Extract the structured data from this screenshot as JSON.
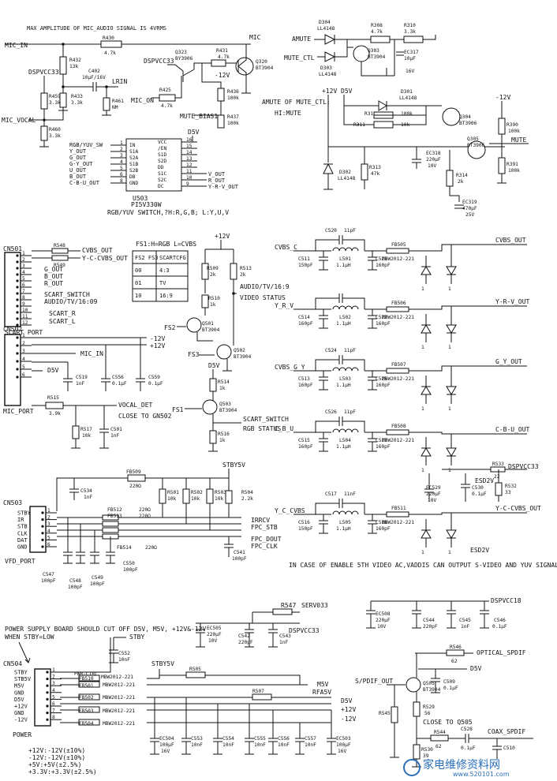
{
  "notes": {
    "mic_max": "MAX AMPLITUDE OF MIC_AUDIO SIGNAL IS 4VRMS",
    "scart_map": "RGB/YUV SWITCH,?H:R,G,B; L:Y,U,V",
    "amute_logic1": "AMUTE OF MUTE_CTL:",
    "amute_logic2": "HI:MUTE",
    "video_note": "IN CASE OF ENABLE 5TH VIDEO AC,VADDIS CAN OUTPUT S-VIDEO AND YUV SIGNALS",
    "power_note1": "POWER SUPPLY BOARD SHOULD CUT OFF D5V, M5V, +12V&-12V",
    "power_note2": "WHEN STBY=LOW",
    "close_gn502": "CLOSE TO GN502",
    "close_q505": "CLOSE TO Q505",
    "fs_title": "FS1:H=RGB   L=CVBS",
    "tol1": "+12V:-12V(±10%)",
    "tol2": "-12V:-12V(±10%)",
    "tol3": "+5V:+5V(±2.5%)",
    "tol4": "+3.3V:+3.3V(±2.5%)"
  },
  "fs_table": {
    "headers": [
      "FS2 FS3",
      "SCARTCFG"
    ],
    "rows": [
      [
        "00",
        "4:3"
      ],
      [
        "01",
        "TV"
      ],
      [
        "10",
        "16:9"
      ]
    ]
  },
  "connectors": {
    "cn501": {
      "ref": "CN501",
      "name": "SCART PORT",
      "pins": [
        "1",
        "2",
        "3",
        "4",
        "5",
        "6",
        "7",
        "8",
        "9",
        "10",
        "11",
        "12"
      ]
    },
    "cn502": {
      "ref": "CN502",
      "name": "MIC_PORT",
      "pins": [
        "1",
        "2",
        "3",
        "4",
        "5",
        "6"
      ]
    },
    "cn503": {
      "ref": "CN503",
      "name": "VFD_PORT",
      "pins": [
        "STBY",
        "IR",
        "STB",
        "CLK",
        "DAT",
        "GND"
      ],
      "nums": [
        "1",
        "2",
        "3",
        "4",
        "5",
        "6"
      ]
    },
    "cn504": {
      "ref": "CN504",
      "name": "POWER",
      "pins": [
        "STBY",
        "STB5V",
        "M5V",
        "GND",
        "D5V",
        "+12V",
        "GND",
        "-12V"
      ],
      "nums": [
        "1",
        "2",
        "3",
        "4",
        "5",
        "6",
        "7",
        "8"
      ]
    }
  },
  "u503": {
    "ref": "U503",
    "part": "PI5V330W",
    "left_pins": [
      "IN",
      "S1A",
      "S2A",
      "S1B",
      "S2B",
      "DB",
      "GND"
    ],
    "left_nums": [
      "1",
      "2",
      "3",
      "4",
      "5",
      "6",
      "8"
    ],
    "right_pins": [
      "VCC",
      "/EN",
      "S1D",
      "S2D",
      "DD",
      "S1C",
      "S2C",
      "DC"
    ],
    "right_nums": [
      "16",
      "15",
      "14",
      "13",
      "12",
      "11",
      "10",
      "9"
    ],
    "in_signals": [
      "RGB/YUV_SW",
      "Y_OUT",
      "G_OUT",
      "G-Y_OUT",
      "U_OUT",
      "B_OUT",
      "C-B-U_OUT"
    ],
    "out_signals": [
      "V_OUT",
      "R_OUT",
      "Y-R-V_OUT"
    ],
    "supply": "D5V"
  },
  "nets": {
    "mic_in": "MIC_IN",
    "mic": "MIC",
    "dspvcc33": "DSPVCC33",
    "lrin": "LRIN",
    "mic_on": "MIC_ON",
    "mute_bias1": "MUTE_BIAS1",
    "mic_vocal": "MIC_VOCAL",
    "amute": "AMUTE",
    "mute_ctl": "MUTE_CTL",
    "mute": "MUTE",
    "d5v": "D5V",
    "p12": "+12V",
    "m12": "-12V",
    "cvbs_out": "CVBS_OUT",
    "ycc_out": "Y-C-CVBS_OUT",
    "g_out": "G_OUT",
    "b_out": "B_OUT",
    "r_out": "R_OUT",
    "scart_switch": "SCART_SWITCH",
    "audio_169": "AUDIO/TV/16:09",
    "scart_r": "SCART_R",
    "scart_l": "SCART_L",
    "audio_tv": "AUDIO/TV/16:9",
    "video_status": "VIDEO STATUS",
    "rgb_status": "RGB STATUS",
    "fs1": "FS1",
    "fs2": "FS2",
    "fs3": "FS3",
    "cvbs_c": "CVBS_C",
    "y_r_v": "Y_R_V",
    "cvbs_g_y": "CVBS_G_Y",
    "c_b_u": "C_B_U",
    "y_c_cvbs": "Y_C_CVBS",
    "y_r_v_out": "Y-R-V_OUT",
    "g_y_out": "G_Y_OUT",
    "c_b_u_out": "C-B-U_OUT",
    "esd2v": "ESD2V",
    "vocal_det": "VOCAL_DET",
    "stby5v": "STBY5V",
    "irrcv": "IRRCV",
    "fpc_stb": "FPC_STB",
    "fpc_dout": "FPC_DOUT",
    "fpc_clk": "FPC_CLK",
    "serv033": "SERV033",
    "stby": "STBY",
    "pwr_ctrl": "PWR-CTRL",
    "m5v": "M5V",
    "rfa5v": "RFA5V",
    "dspvcc18": "DSPVCC18",
    "optical_spdif": "OPTICAL_SPDIF",
    "spdif_out": "S/PDIF_OUT",
    "coax_spdif": "COAX_SPDIF"
  },
  "components": {
    "R430": [
      "R430",
      "4.7k"
    ],
    "R432": [
      "R432",
      "13k"
    ],
    "C402": [
      "C402",
      "10μF/16V"
    ],
    "R459": [
      "R459",
      "3.3k"
    ],
    "R433": [
      "R433",
      "3.3k"
    ],
    "R461": [
      "R461",
      "NM"
    ],
    "R460": [
      "R460",
      "3.3k"
    ],
    "Q323": [
      "Q323",
      "BY3906"
    ],
    "R425": [
      "R425",
      "4.7k"
    ],
    "R431": [
      "R431",
      "4.7k"
    ],
    "Q320": [
      "Q320",
      "BT3904"
    ],
    "R436": [
      "R436",
      "100k"
    ],
    "R437": [
      "R437",
      "100k"
    ],
    "D304": [
      "D304",
      "LL4148"
    ],
    "D303": [
      "D303",
      "LL4148"
    ],
    "R308": [
      "R308",
      "4.7k"
    ],
    "R310": [
      "R310",
      "3.3k"
    ],
    "Q303": [
      "Q303",
      "BT3904"
    ],
    "EC317": [
      "EC317",
      "10μF",
      "16V"
    ],
    "D301": [
      "D301",
      "LL4148"
    ],
    "R312": [
      "R312",
      "100k"
    ],
    "R311": [
      "R311",
      "10k"
    ],
    "Q304": [
      "Q304",
      "BT3906"
    ],
    "Q305": [
      "Q305",
      "BT3906"
    ],
    "EC318": [
      "EC318",
      "220μF",
      "10V"
    ],
    "R313": [
      "R313",
      "47k"
    ],
    "D302": [
      "D302",
      "LL4148"
    ],
    "R314": [
      "R314",
      "2k"
    ],
    "EC319": [
      "EC319",
      "470μF",
      "25V"
    ],
    "R390": [
      "R390",
      "100k"
    ],
    "R391": [
      "R391",
      "100k"
    ],
    "R548": [
      "R548"
    ],
    "R549": [
      "R549"
    ],
    "R509": [
      "R509",
      "2k"
    ],
    "R513": [
      "R513",
      "2k"
    ],
    "R510": [
      "R510",
      "1k"
    ],
    "Q501": [
      "Q501",
      "BT3904"
    ],
    "Q502": [
      "Q502",
      "BT3904"
    ],
    "R514": [
      "R514",
      "1k"
    ],
    "Q503": [
      "Q503",
      "BT3904"
    ],
    "R516": [
      "R516",
      "1k"
    ],
    "C519": [
      "C519",
      "1nF"
    ],
    "C556": [
      "C556",
      "0.1μF"
    ],
    "C559": [
      "C559",
      "0.1μF"
    ],
    "R515": [
      "R515",
      "3.9k"
    ],
    "R517": [
      "R517",
      "10k"
    ],
    "C501": [
      "C501",
      "1nF"
    ],
    "C520": [
      "C520",
      "11pF"
    ],
    "C511": [
      "C511",
      "150pF"
    ],
    "L501": [
      "L501",
      "1.1μH"
    ],
    "C521": [
      "C521",
      "160pF"
    ],
    "FB505": [
      "FB505",
      "MBW2012-221"
    ],
    "C514": [
      "C514",
      "160pF"
    ],
    "L502": [
      "L502",
      "1.1μH"
    ],
    "C522": [
      "C522",
      "160pF"
    ],
    "FB506": [
      "FB506",
      "MBW2012-221"
    ],
    "C524": [
      "C524",
      "11pF"
    ],
    "C513": [
      "C513",
      "160pF"
    ],
    "L503": [
      "L503",
      "1.1μH"
    ],
    "C525": [
      "C525",
      "160pF"
    ],
    "FB507": [
      "FB507",
      "MBW2012-221"
    ],
    "C526": [
      "C526",
      "11pF"
    ],
    "C515": [
      "C515",
      "160pF"
    ],
    "L504": [
      "L504",
      "1.1μH"
    ],
    "C527": [
      "C527",
      "160pF"
    ],
    "FB508": [
      "FB508",
      "MBW2012-221"
    ],
    "C517": [
      "C517",
      "11nF"
    ],
    "C516": [
      "C516",
      "150pF"
    ],
    "L505": [
      "L505",
      "1.1μH"
    ],
    "C518": [
      "C518",
      "160pF"
    ],
    "FB511": [
      "FB511",
      "MBW2012-221"
    ],
    "EC529": [
      "EC529",
      "220μF",
      "10V"
    ],
    "C530": [
      "C530",
      "0.1μF"
    ],
    "R533": [
      "R533",
      "22"
    ],
    "R532": [
      "R532",
      "33"
    ],
    "FB509": [
      "FB509",
      "220Ω"
    ],
    "C534": [
      "C534",
      "1nF"
    ],
    "R501": [
      "R501",
      "10k"
    ],
    "R502": [
      "R502",
      "10k"
    ],
    "R503": [
      "R503",
      "10k"
    ],
    "R504": [
      "R504",
      "2.2k"
    ],
    "FB512": [
      "FB512",
      "220Ω"
    ],
    "FB513": [
      "FB513",
      "220Ω"
    ],
    "FB514": [
      "FB514",
      "220Ω"
    ],
    "C541": [
      "C541",
      "100pF"
    ],
    "C547": [
      "C547",
      "100pF"
    ],
    "C548": [
      "C548",
      "100pF"
    ],
    "C549": [
      "C549",
      "100pF"
    ],
    "C550": [
      "C550",
      "100pF"
    ],
    "R547": [
      "R547"
    ],
    "EC505": [
      "EC505",
      "220μF",
      "10V"
    ],
    "C542": [
      "C542",
      "220pF"
    ],
    "C543": [
      "C543",
      "1nF"
    ],
    "C552": [
      "C552",
      "10nF"
    ],
    "FB510": [
      "FB510",
      "MBW2012-221"
    ],
    "FB501": [
      "FB501",
      "MBW2012-221"
    ],
    "FB502": [
      "FB502",
      "MBW2012-221"
    ],
    "FB503": [
      "FB503",
      "MBW2012-221"
    ],
    "FB504": [
      "FB504",
      "MBW2012-221"
    ],
    "R505": [
      "R505"
    ],
    "R507": [
      "R507"
    ],
    "EC504": [
      "EC504",
      "100μF",
      "16V"
    ],
    "C553": [
      "C553",
      "10nF"
    ],
    "C554": [
      "C554",
      "10nF"
    ],
    "C555": [
      "C555",
      "10nF"
    ],
    "C556b": [
      "C556",
      "10nF"
    ],
    "C557": [
      "C557",
      "10nF"
    ],
    "EC503": [
      "EC503",
      "100μF",
      "16V"
    ],
    "EC508": [
      "EC508",
      "220μF",
      "10V"
    ],
    "C544": [
      "C544",
      "220pF"
    ],
    "C545": [
      "C545",
      "1nF"
    ],
    "C546": [
      "C546",
      "0.1μF"
    ],
    "R546": [
      "R546",
      "62"
    ],
    "Q505": [
      "Q505",
      "BT3904"
    ],
    "C509": [
      "C509",
      "0.1μF"
    ],
    "R545": [
      "R545"
    ],
    "R529": [
      "R529",
      "56"
    ],
    "R544": [
      "R544",
      "62"
    ],
    "C528": [
      "C528",
      "0.1μF"
    ],
    "R530": [
      "R530",
      "39"
    ],
    "C510": [
      "C510"
    ]
  },
  "watermark": {
    "text": "家电维修资料网",
    "url": "www.520101.com",
    "color": "#2a6fb8"
  }
}
